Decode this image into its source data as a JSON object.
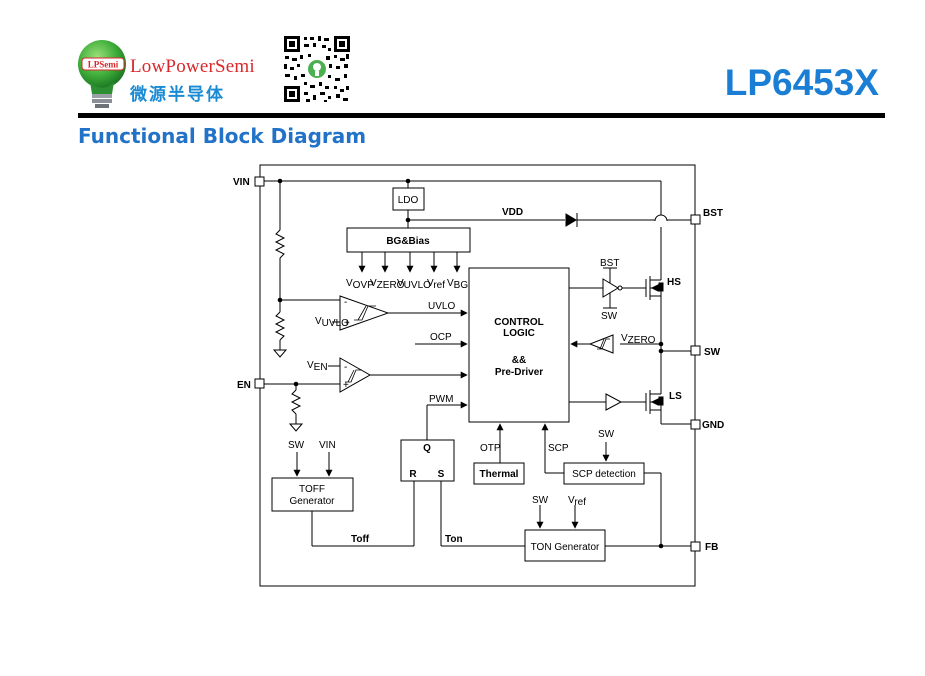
{
  "header": {
    "logo_badge": "LPSemi",
    "brand_en": "LowPowerSemi",
    "brand_cn": "微源半导体",
    "part_number": "LP6453X"
  },
  "section_title": "Functional Block Diagram",
  "pins": {
    "vin": "VIN",
    "en": "EN",
    "bst": "BST",
    "sw": "SW",
    "gnd": "GND",
    "fb": "FB"
  },
  "blocks": {
    "ldo": "LDO",
    "bg_bias": "BG&Bias",
    "control_logic_1": "CONTROL",
    "control_logic_2": "LOGIC",
    "control_logic_3": "&&",
    "control_logic_4": "Pre-Driver",
    "thermal": "Thermal",
    "scp_detection": "SCP detection",
    "ton_generator": "TON Generator",
    "toff_generator_1": "TOFF",
    "toff_generator_2": "Generator",
    "latch_q": "Q",
    "latch_r": "R",
    "latch_s": "S"
  },
  "signals": {
    "vdd": "VDD",
    "uvlo": "UVLO",
    "ocp": "OCP",
    "pwm": "PWM",
    "otp": "OTP",
    "scp": "SCP",
    "toff": "Toff",
    "ton": "Ton",
    "bst_label": "BST",
    "sw_label_driver": "SW",
    "sw_label_scp": "SW",
    "sw_label_ton": "SW",
    "sw_label_toff": "SW",
    "vin_label_toff": "VIN",
    "hs": "HS",
    "ls": "LS",
    "minus_1": "-",
    "plus_1": "+",
    "minus_2": "-",
    "plus_2": "+"
  },
  "refs": {
    "v": "V",
    "ovp": "OVP",
    "zero": "ZERO",
    "uvlo": "UVLO",
    "ref": "ref",
    "bg": "BG",
    "en": "EN"
  }
}
